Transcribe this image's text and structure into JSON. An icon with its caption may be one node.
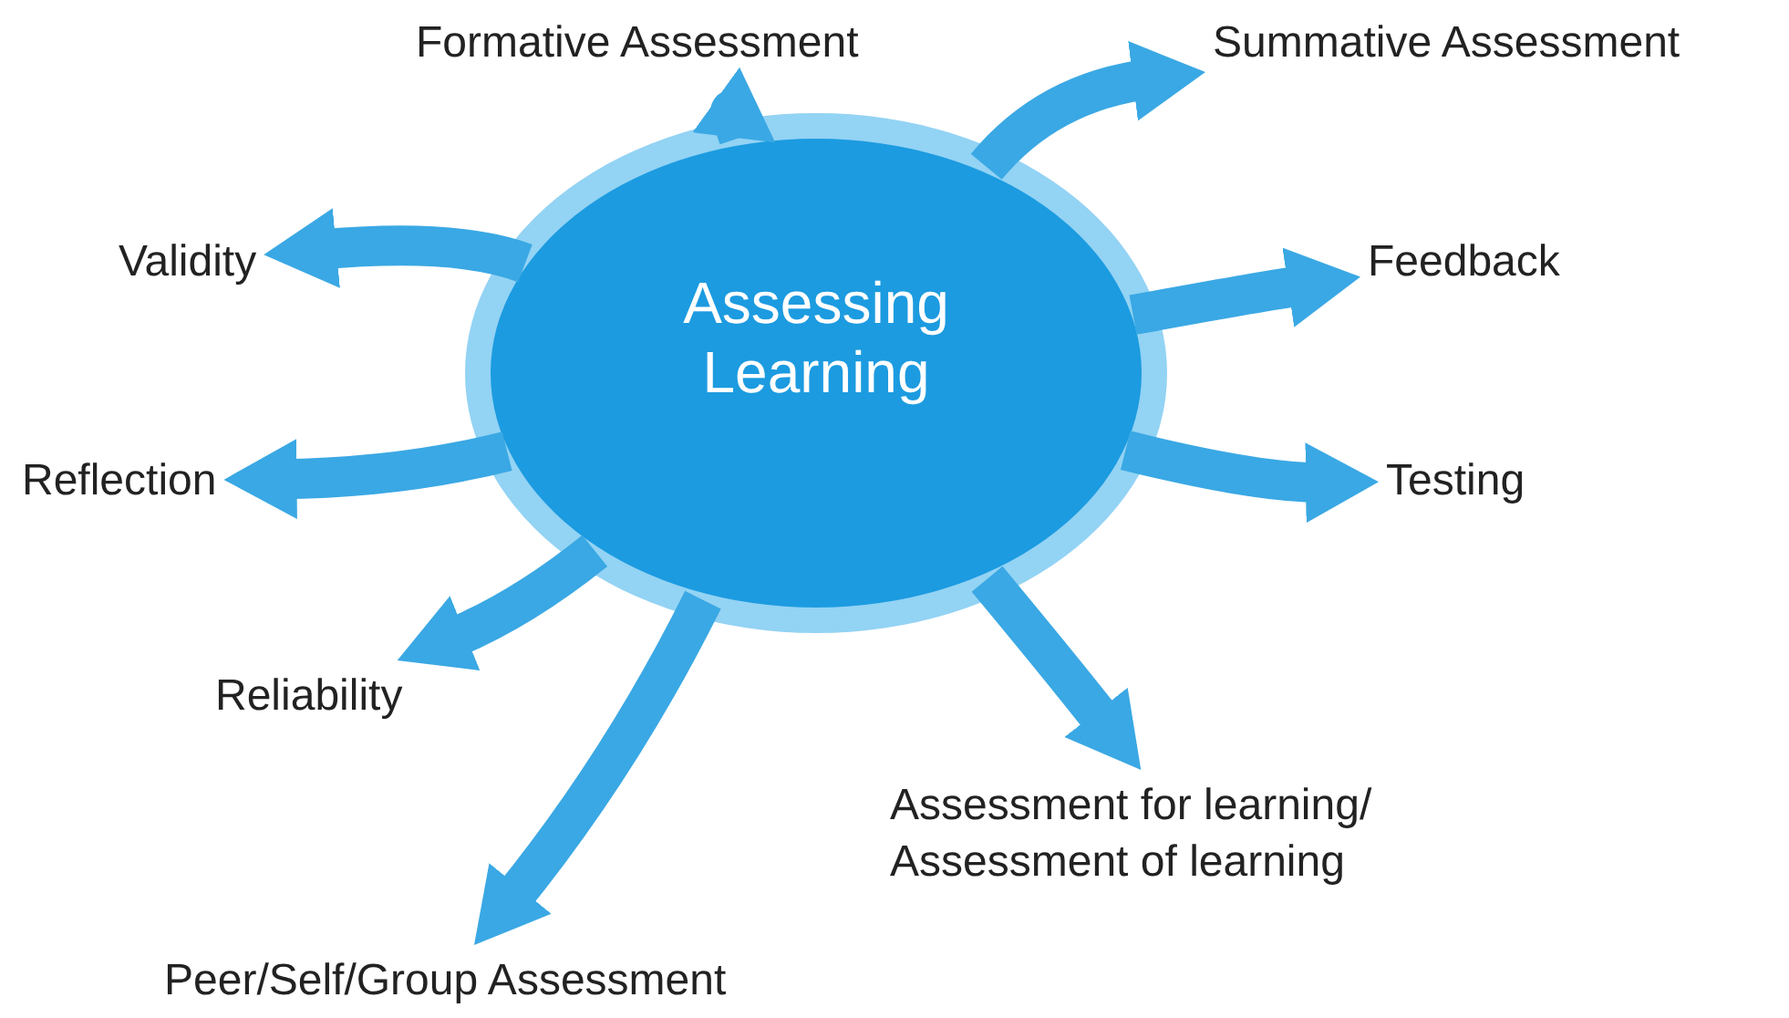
{
  "diagram": {
    "nodes": [
      {
        "text": [
          "Assessing Learning"
        ]
      },
      {
        "text": [
          "Formative Assessment"
        ]
      },
      {
        "text": [
          "Summative Assessment"
        ]
      },
      {
        "text": [
          "Validity"
        ]
      },
      {
        "text": [
          "Feedback"
        ]
      },
      {
        "text": [
          "Reflection"
        ]
      },
      {
        "text": [
          "Testing"
        ]
      },
      {
        "text": [
          "Reliability"
        ]
      },
      {
        "text": [
          "Assessment for learning/ Assessment of learning"
        ]
      },
      {
        "text": [
          "Peer/Self/Group Assessment"
        ]
      }
    ],
    "edges": [
      {
        "from": 0,
        "to": 1,
        "arrow": "to"
      },
      {
        "from": 0,
        "to": 2,
        "arrow": "to"
      },
      {
        "from": 0,
        "to": 3,
        "arrow": "to"
      },
      {
        "from": 0,
        "to": 4,
        "arrow": "to"
      },
      {
        "from": 0,
        "to": 5,
        "arrow": "to"
      },
      {
        "from": 0,
        "to": 6,
        "arrow": "to"
      },
      {
        "from": 0,
        "to": 7,
        "arrow": "to"
      },
      {
        "from": 0,
        "to": 8,
        "arrow": "to"
      },
      {
        "from": 0,
        "to": 9,
        "arrow": "to"
      }
    ]
  }
}
